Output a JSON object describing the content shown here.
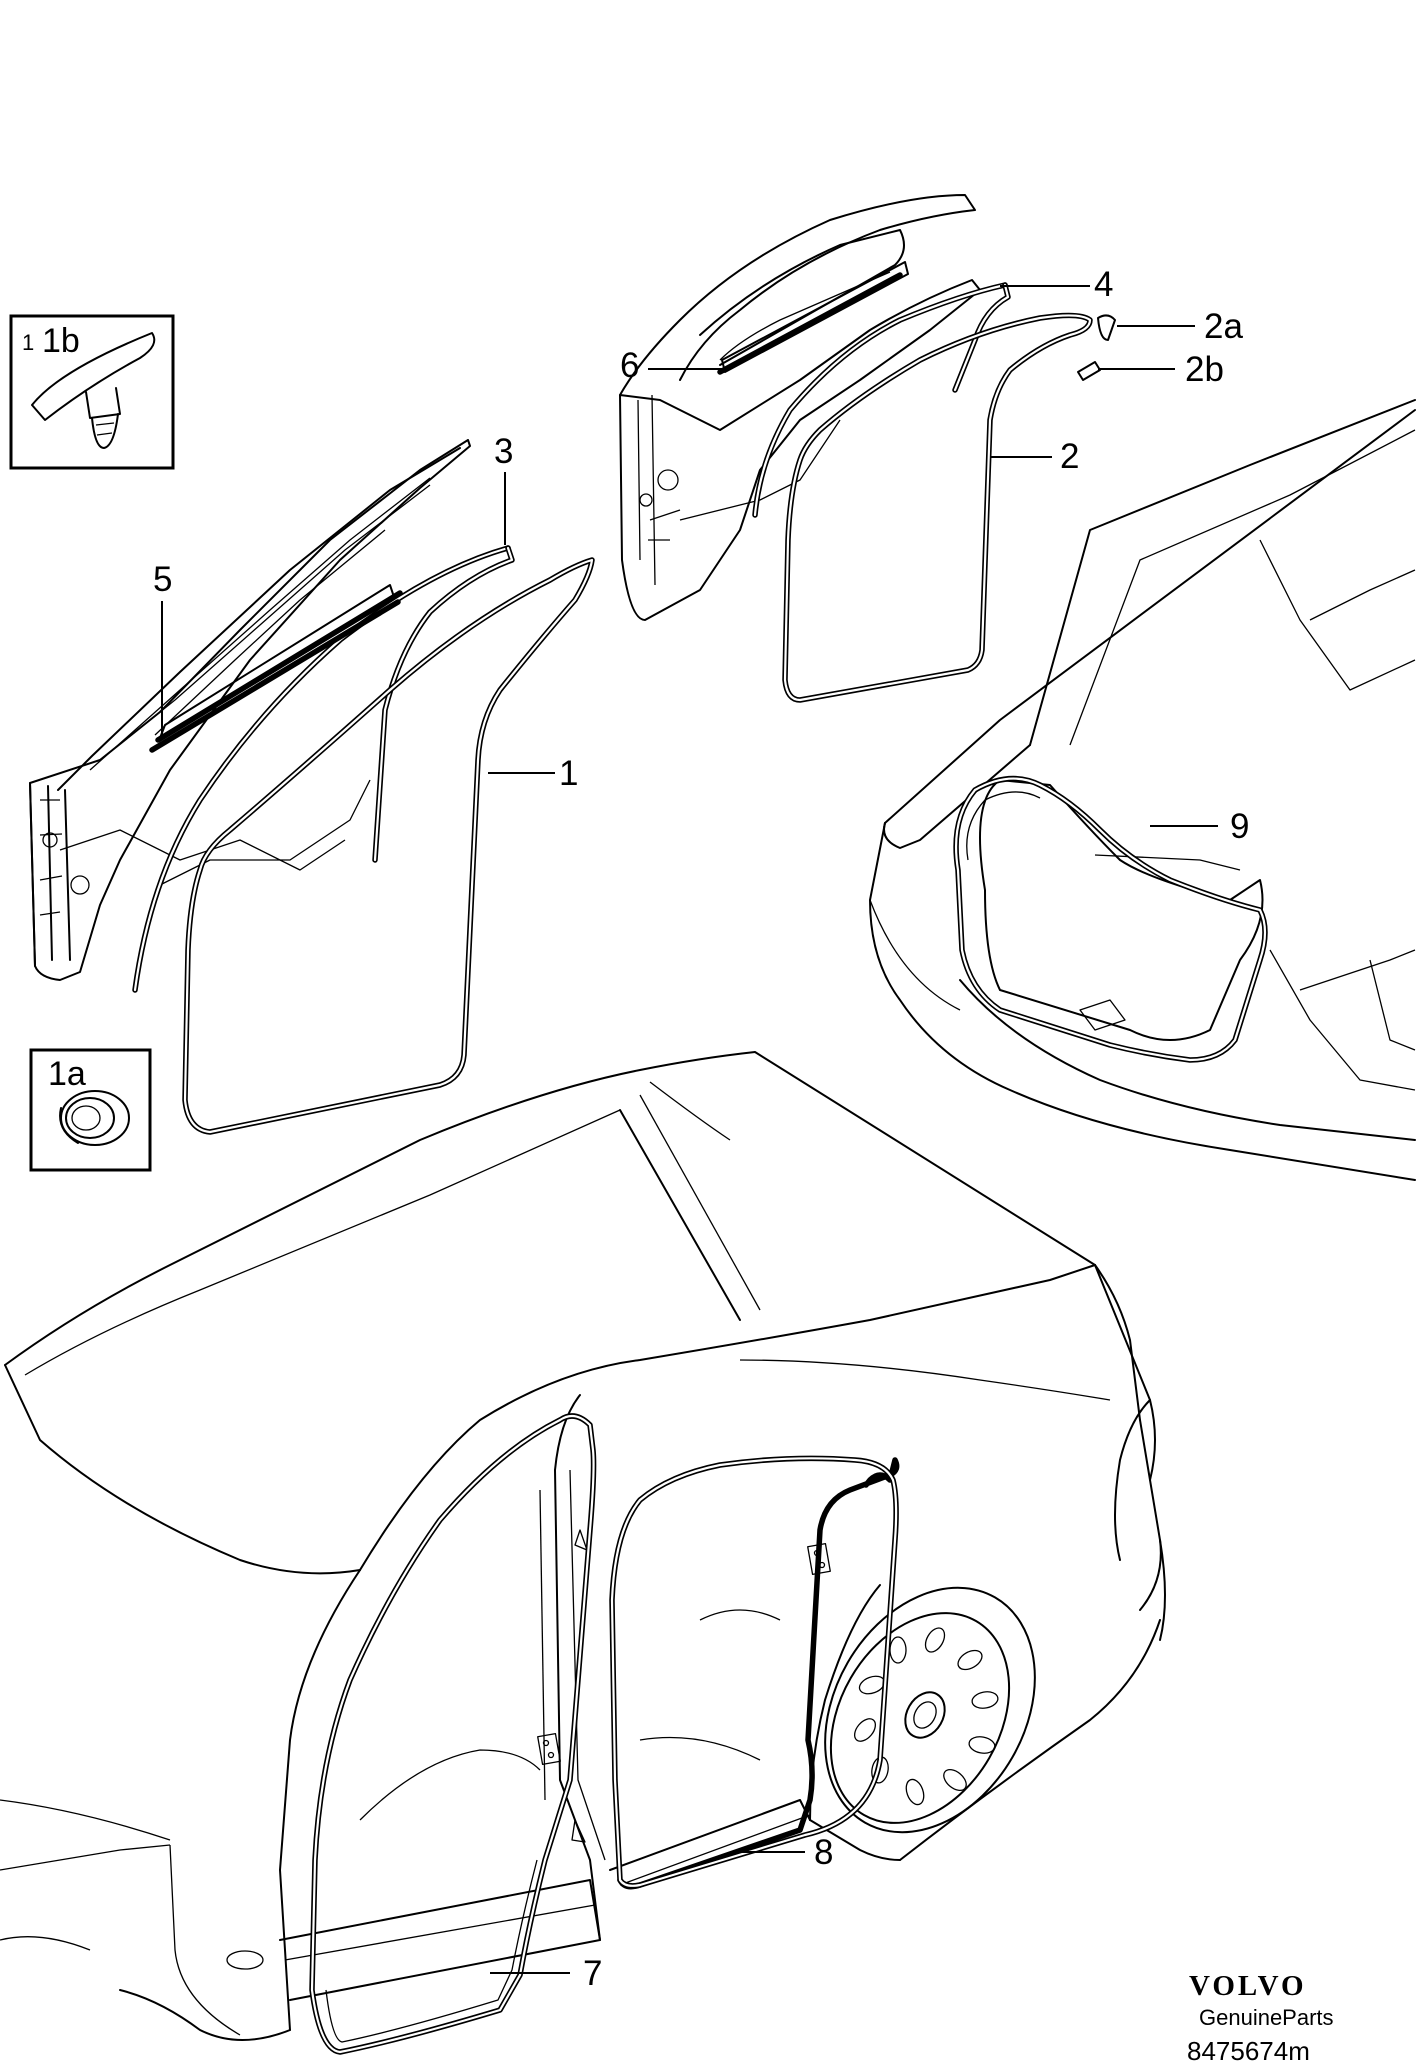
{
  "callouts": {
    "c1": "1",
    "c2": "2",
    "c2a": "2a",
    "c2b": "2b",
    "c3": "3",
    "c4": "4",
    "c5": "5",
    "c6": "6",
    "c7": "7",
    "c8": "8",
    "c9": "9"
  },
  "insets": {
    "clip_label": "1b",
    "clip_small_label": "1",
    "plug_label": "1a"
  },
  "brand": {
    "name": "VOLVO",
    "sub": "GenuineParts",
    "code": "8475674m"
  }
}
